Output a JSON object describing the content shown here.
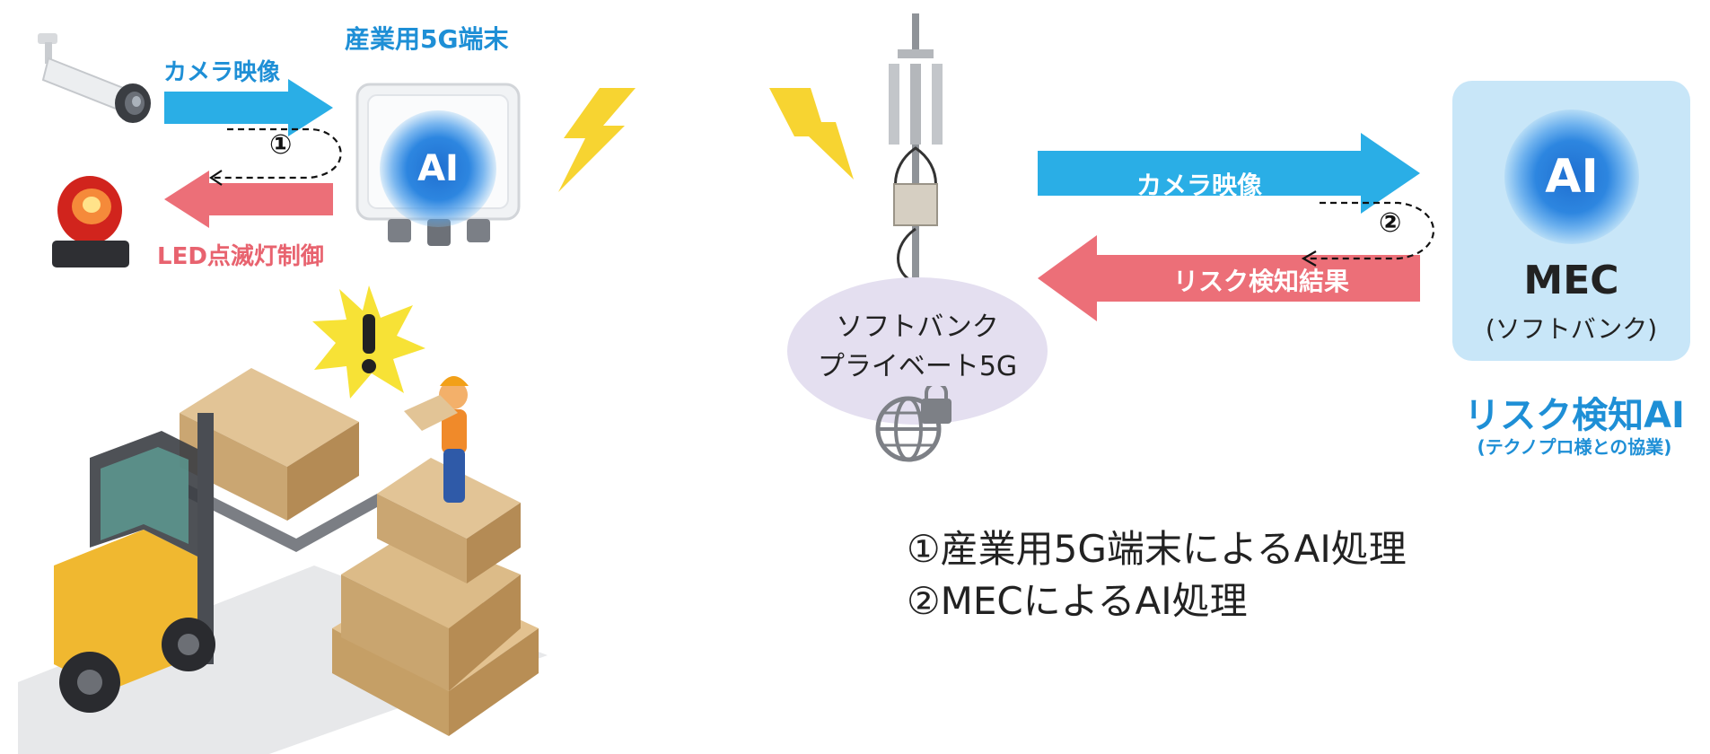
{
  "device": {
    "title": "産業用5G端末",
    "ai_label": "AI",
    "camera_label": "カメラ映像",
    "led_label": "LED点滅灯制御",
    "loop_num": "①"
  },
  "network": {
    "cloud_line1": "ソフトバンク",
    "cloud_line2": "プライベート5G"
  },
  "flow": {
    "up_label": "カメラ映像",
    "down_label": "リスク検知結果",
    "loop_num": "②"
  },
  "mec": {
    "ai_label": "AI",
    "title": "MEC",
    "subtitle": "(ソフトバンク)",
    "risk_title": "リスク検知AI",
    "risk_sub": "(テクノプロ様との協業)"
  },
  "notes": {
    "line1": "①産業用5G端末によるAI処理",
    "line2": "②MECによるAI処理"
  },
  "colors": {
    "blue_arrow": "#2aaee6",
    "red_arrow": "#ec6f78",
    "label_blue": "#1e8fd6",
    "mec_bg": "#c8e6f8"
  }
}
